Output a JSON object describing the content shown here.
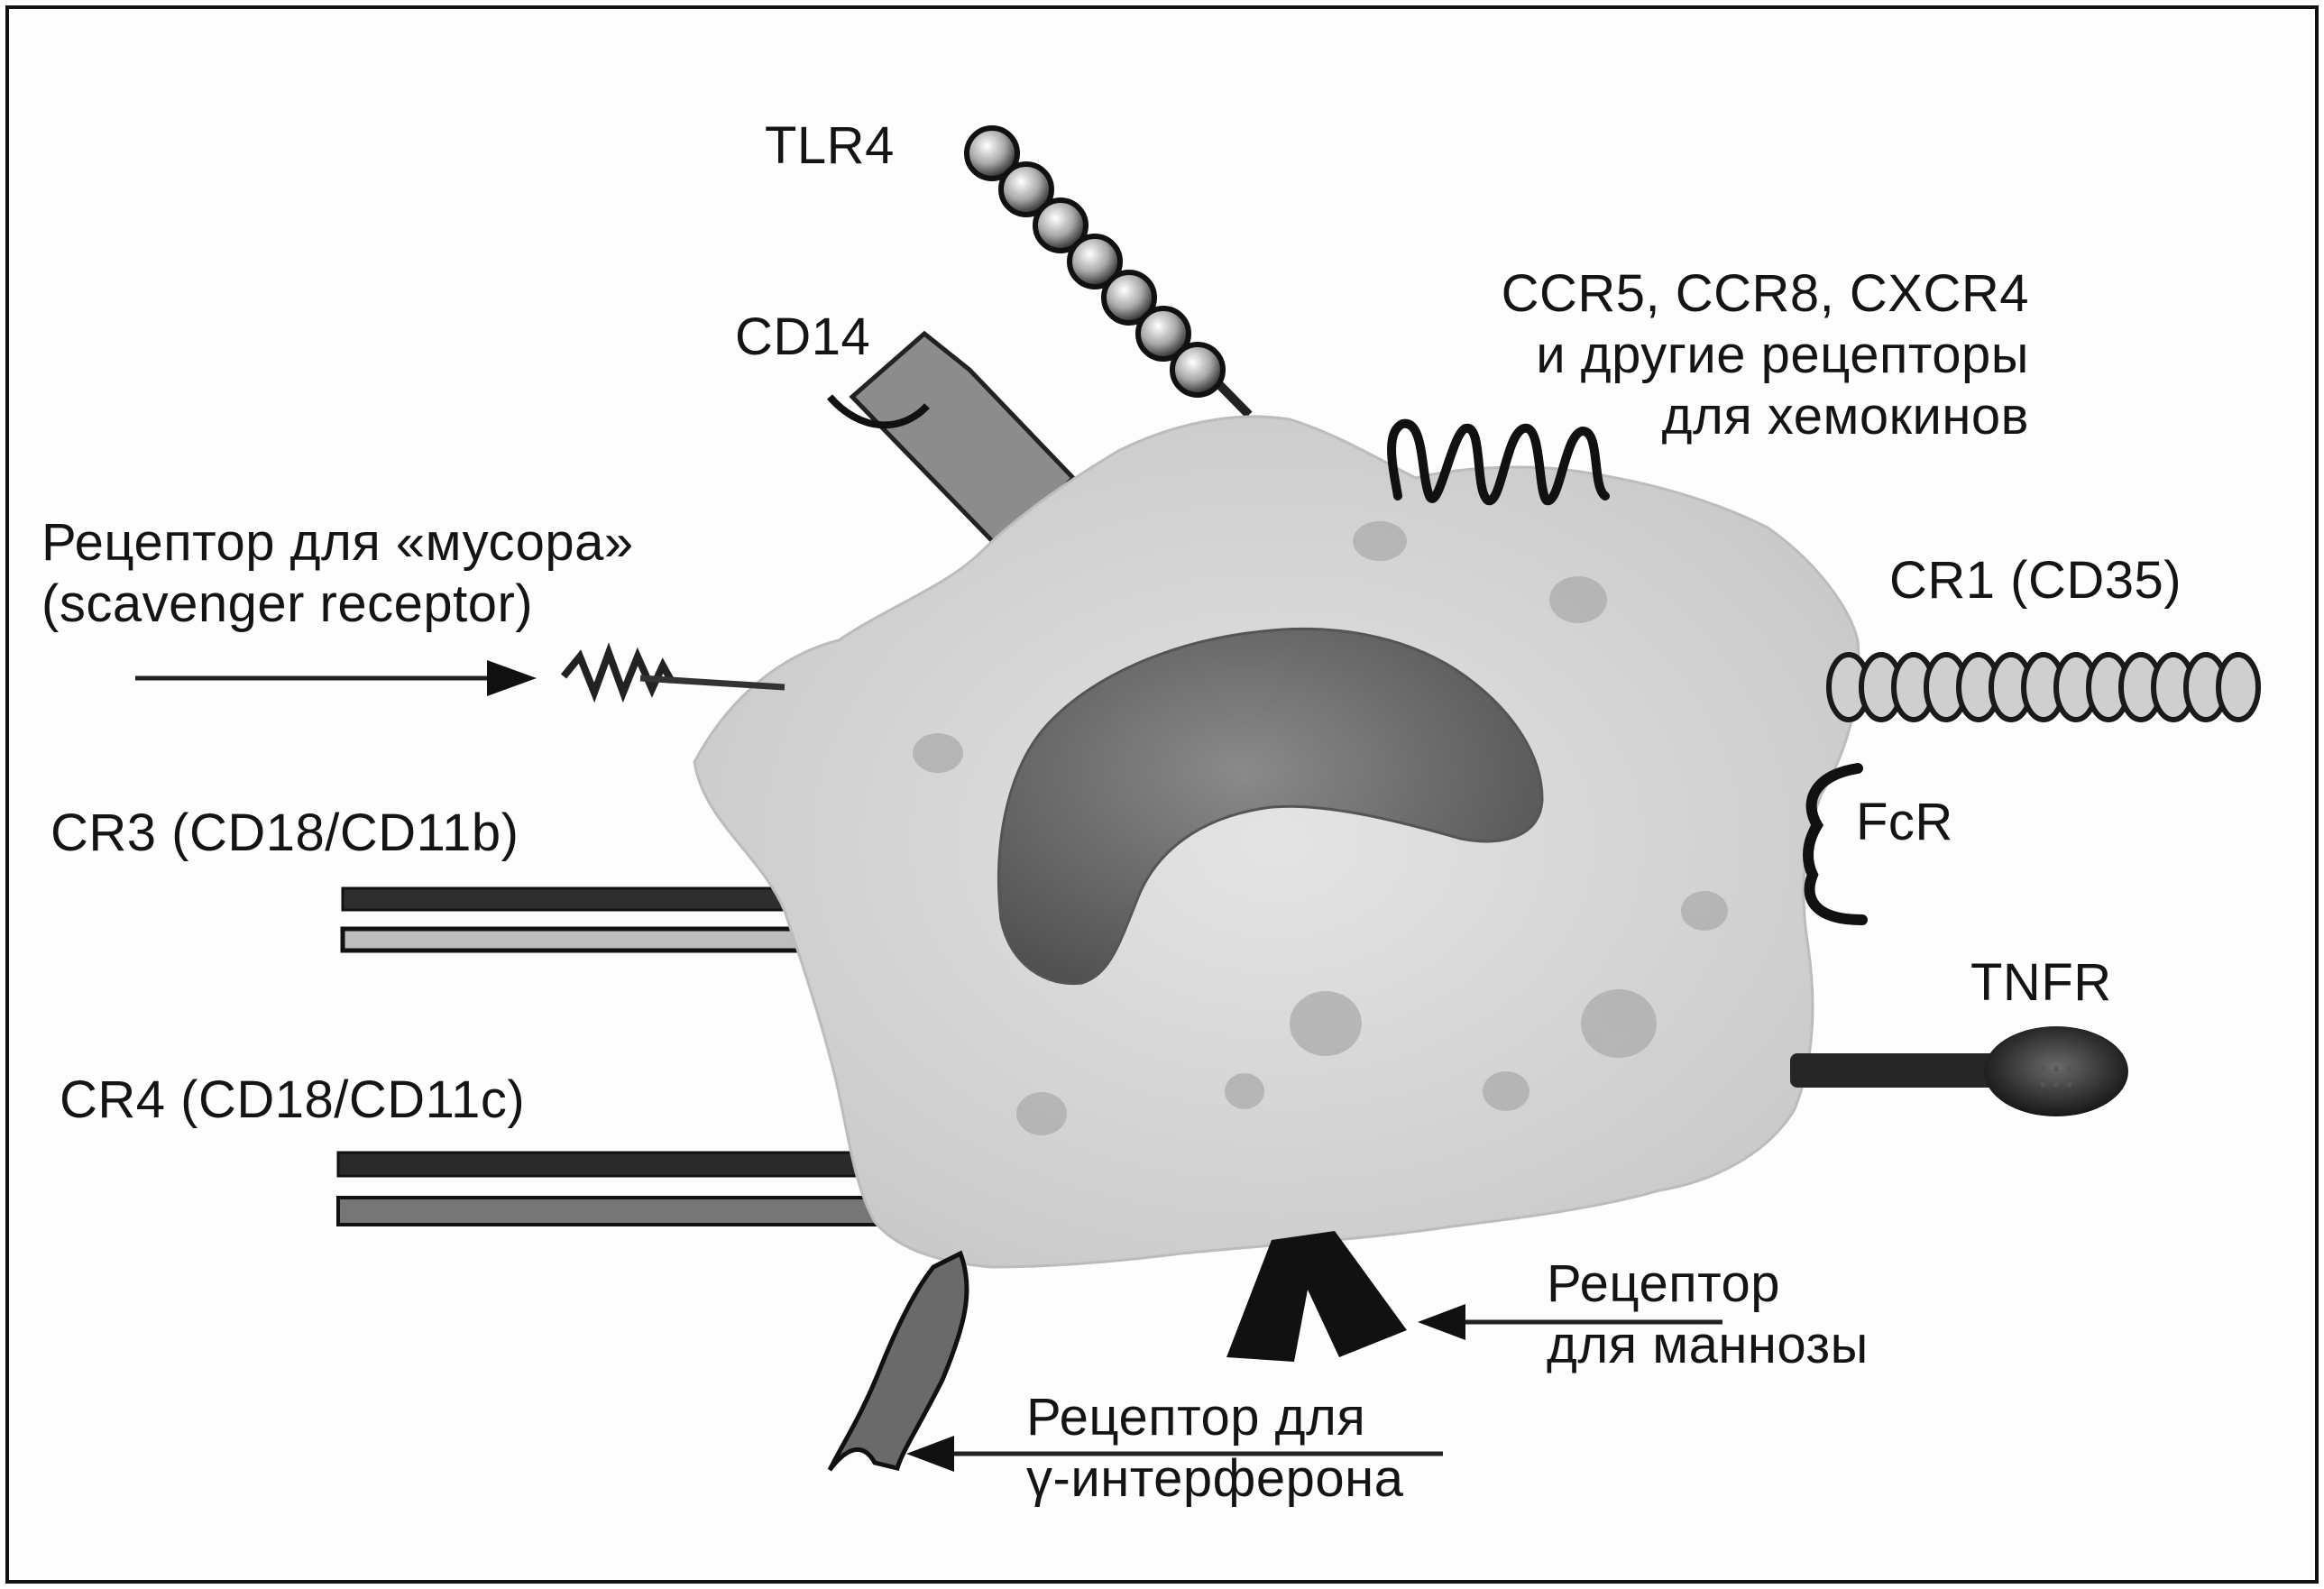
{
  "labels": {
    "tlr4": "TLR4",
    "cd14": "CD14",
    "chemokine": [
      "CCR5, CCR8, CXCR4",
      "и другие рецепторы",
      "для хемокинов"
    ],
    "scavenger": [
      "Рецептор для «мусора»",
      "(scavenger receptor)"
    ],
    "cr1": "CR1 (CD35)",
    "fcr": "FcR",
    "cr3": "CR3 (CD18/CD11b)",
    "tnfr": "TNFR",
    "cr4": "CR4 (CD18/CD11c)",
    "mannose": [
      "Рецептор",
      "для маннозы"
    ],
    "ifn": [
      "Рецептор для",
      "γ-интерферона"
    ]
  },
  "colors": {
    "cell_body": "#d6d6d6",
    "nucleus": "#6e6e6e",
    "ink": "#141414"
  }
}
